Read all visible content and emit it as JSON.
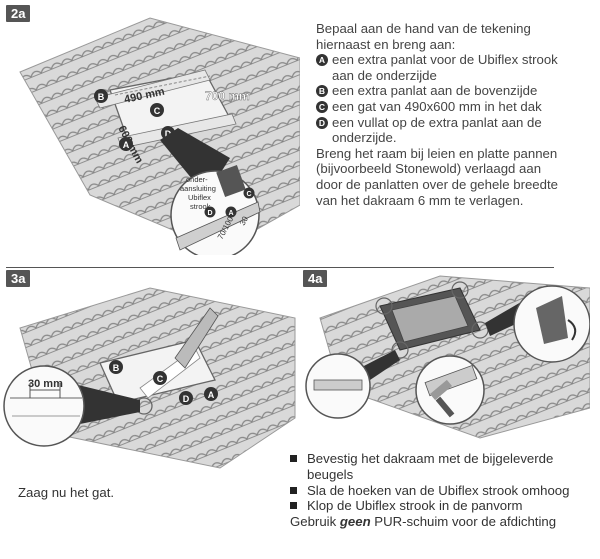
{
  "steps": {
    "s2a": "2a",
    "s3a": "3a",
    "s4a": "4a"
  },
  "fig2a": {
    "dim_width": "490 mm",
    "dim_height": "600 mm",
    "dim_side": "700 mm",
    "marker_a": "A",
    "marker_b": "B",
    "marker_c": "C",
    "marker_d": "D",
    "inset_label_1": "onder-",
    "inset_label_2": "aansluiting",
    "inset_label_3": "Ubiflex",
    "inset_label_4": "strook",
    "inset_dim": "70/100",
    "inset_dim2": "30"
  },
  "step2a_text": {
    "intro_1": "Bepaal aan de hand van de tekening",
    "intro_2": "hiernaast en breng aan:",
    "items": [
      {
        "badge": "A",
        "line1": "een extra panlat voor de Ubiflex strook",
        "line2": "aan de onderzijde"
      },
      {
        "badge": "B",
        "line1": "een extra panlat aan de bovenzijde",
        "line2": ""
      },
      {
        "badge": "C",
        "line1": "een gat van 490x600 mm in het dak",
        "line2": ""
      },
      {
        "badge": "D",
        "line1": "een vullat op de extra panlat aan de",
        "line2": "onderzijde."
      }
    ],
    "outro": [
      "Breng het raam bij leien en platte pannen",
      "(bijvoorbeeld Stonewold) verlaagd aan",
      "door de panlatten over de gehele breedte",
      "van het dakraam 6 mm te verlagen."
    ]
  },
  "fig3a": {
    "dim": "30 mm",
    "marker_a": "A",
    "marker_b": "B",
    "marker_c": "C",
    "marker_d": "D"
  },
  "step3a_caption": "Zaag nu het gat.",
  "step4a_text": {
    "bullets": [
      {
        "line1": "Bevestig het dakraam met de bijgeleverde",
        "line2": "beugels"
      },
      {
        "line1": "Sla de hoeken van de Ubiflex strook omhoog",
        "line2": ""
      },
      {
        "line1": "Klop de Ubiflex strook in de panvorm",
        "line2": ""
      }
    ],
    "note_prefix": "Gebruik ",
    "note_emph": "geen",
    "note_suffix": " PUR-schuim voor de afdichting"
  }
}
